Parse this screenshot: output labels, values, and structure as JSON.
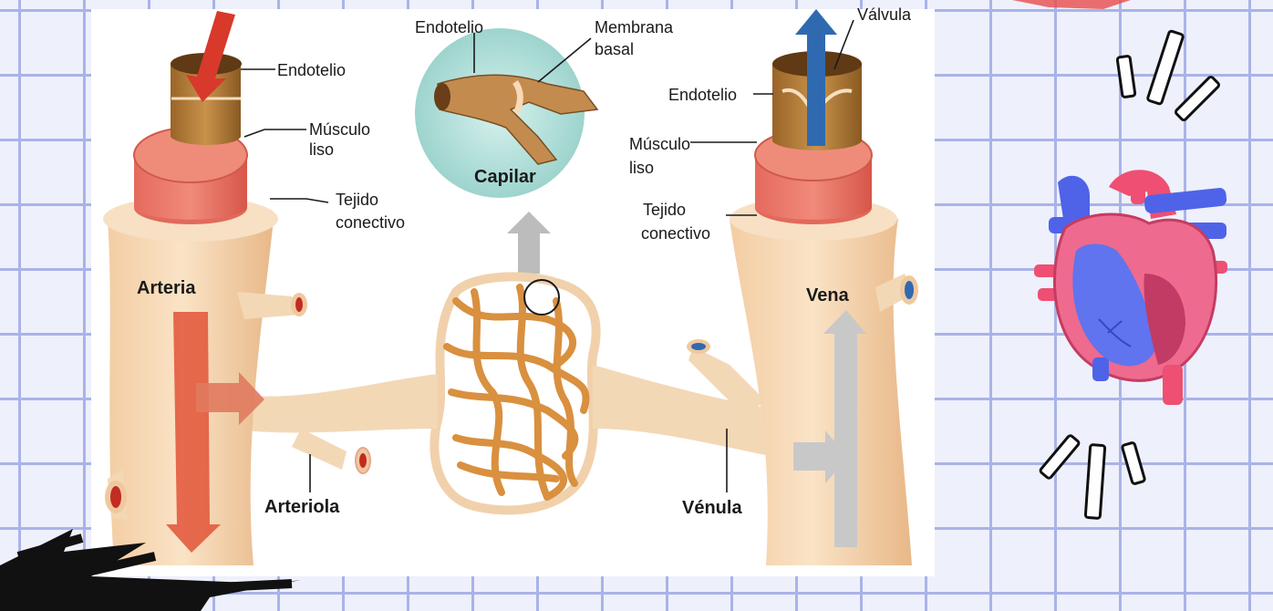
{
  "labels": {
    "arteria": "Arteria",
    "vena": "Vena",
    "arteriola": "Arteriola",
    "venula": "Vénula",
    "capilar": "Capilar",
    "endotelio": "Endotelio",
    "membrana_basal_1": "Membrana",
    "membrana_basal_2": "basal",
    "valvula": "Válvula",
    "musculo_1": "Músculo",
    "musculo_2": "liso",
    "tejido_1": "Tejido",
    "tejido_2": "conectivo"
  },
  "colors": {
    "vessel_skin": "#f6dbb8",
    "vessel_shadow": "#e9c193",
    "muscle": "#e0655c",
    "endothelium": "#b47f3a",
    "capillary": "#e2a35a",
    "artery_arrow": "#d8392b",
    "vein_arrow": "#2f6ab0",
    "flow_arrow_gray": "#bdbdbd",
    "lens_bg": "#a9ddd7",
    "heart_pink": "#ee6a8e",
    "heart_blue": "#4f63e8"
  },
  "icons": [
    "motion-lines-icon",
    "heart-icon",
    "scribble-icon"
  ]
}
